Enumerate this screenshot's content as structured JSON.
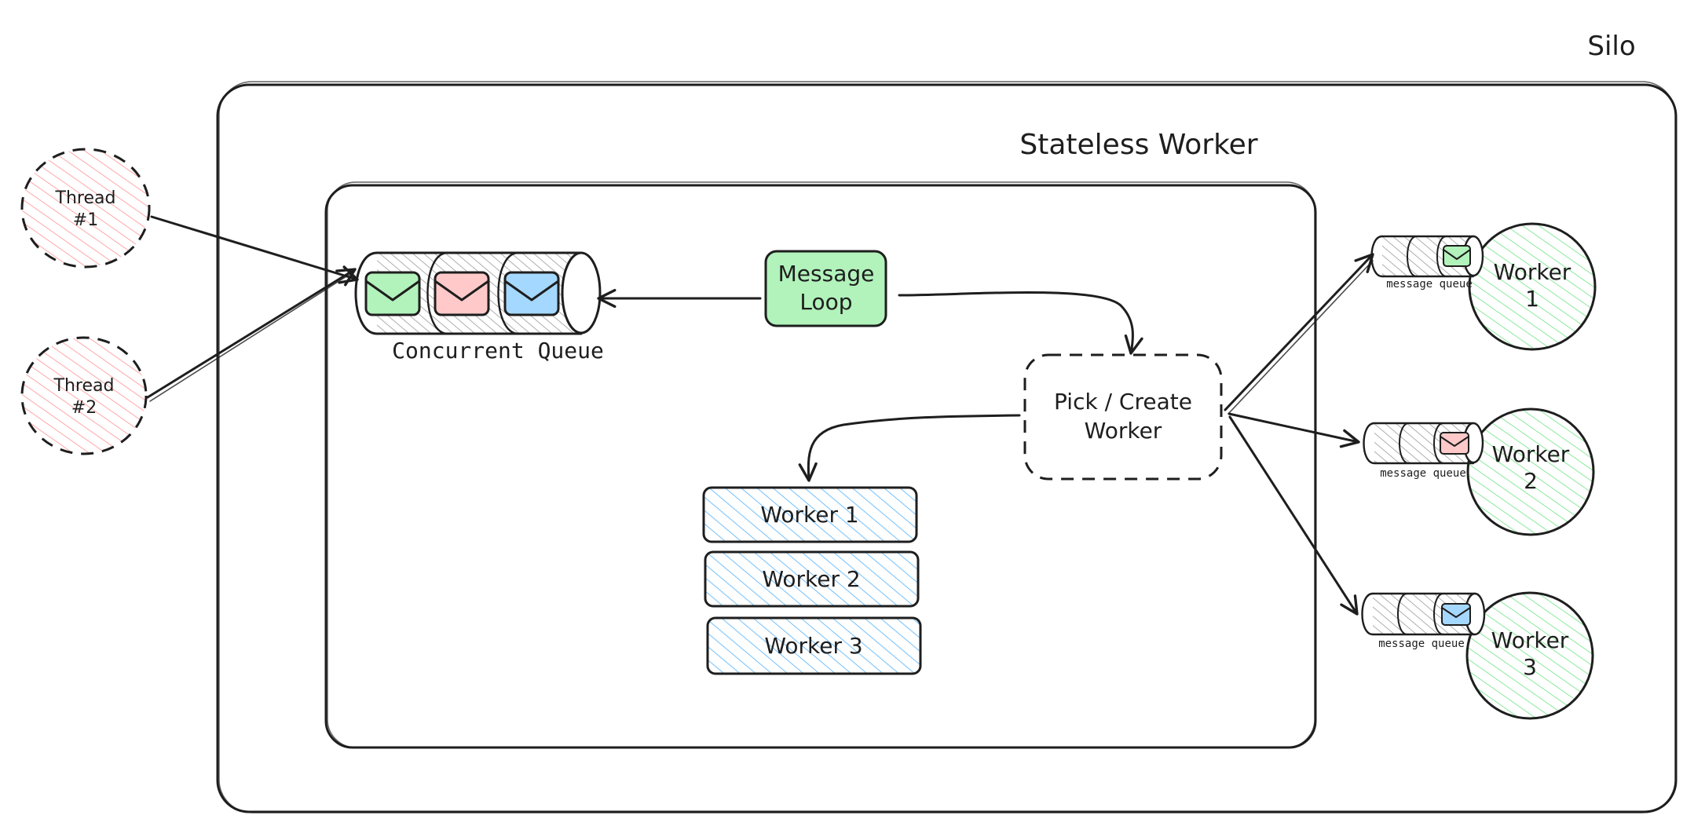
{
  "labels": {
    "silo": "Silo",
    "stateless_worker": "Stateless Worker",
    "concurrent_queue": "Concurrent Queue",
    "message_loop": "Message Loop",
    "pick_create_worker": "Pick / Create Worker",
    "message_queue": "message queue"
  },
  "threads": [
    {
      "line1": "Thread",
      "line2": "#1"
    },
    {
      "line1": "Thread",
      "line2": "#2"
    }
  ],
  "pool_workers": [
    "Worker 1",
    "Worker 2",
    "Worker 3"
  ],
  "activations": [
    {
      "line1": "Worker",
      "line2": "1",
      "envelope": "green"
    },
    {
      "line1": "Worker",
      "line2": "2",
      "envelope": "red"
    },
    {
      "line1": "Worker",
      "line2": "3",
      "envelope": "blue"
    }
  ],
  "colors": {
    "stroke": "#1e1e1e",
    "thread_fill": "#ffc9c9",
    "green": "#b2f2bb",
    "red": "#ffc9c9",
    "blue": "#a5d8ff",
    "worker_hatch": "#74c0fc",
    "activation_hatch": "#8ce99a",
    "queue_hatch": "#9a9a9a"
  }
}
